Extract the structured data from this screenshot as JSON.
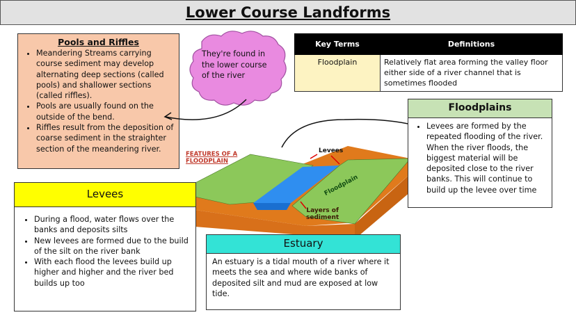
{
  "title": "Lower Course Landforms",
  "pools": {
    "heading": "Pools and Riffles",
    "bullets": [
      "Meandering Streams carrying course sediment may develop alternating deep sections (called pools) and shallower sections (called riffles).",
      "Pools are usually found on the outside of the bend.",
      "Riffles result from the deposition of coarse sediment in the straighter section of the meandering river."
    ]
  },
  "cloud": "They're found in the lower course of the river",
  "table": {
    "headers": [
      "Key Terms",
      "Definitions"
    ],
    "rows": [
      {
        "term": "Floodplain",
        "definition": "Relatively flat area forming the valley floor either side of a river channel that is sometimes flooded"
      }
    ]
  },
  "floodplains": {
    "heading": "Floodplains",
    "bullets": [
      "Levees are formed by the repeated flooding of the river. When the river floods, the biggest material will be deposited close to the river banks. This will continue to build up the levee over time"
    ]
  },
  "levees": {
    "heading": "Levees",
    "bullets": [
      "During a flood, water flows over the banks and deposits silts",
      "New levees are formed due to the build of the silt on the river bank",
      "With each flood the levees build up higher and higher and the river bed builds up too"
    ]
  },
  "estuary": {
    "heading": "Estuary",
    "text": "An estuary is a tidal mouth of a river where it meets the sea and where wide banks of deposited silt and mud are exposed at low tide."
  },
  "diagram": {
    "title_line1": "FEATURES OF A",
    "title_line2": "FLOODPLAIN",
    "levees_label": "Levees",
    "floodplain_label": "Floodplain",
    "layers_line1": "Layers of",
    "layers_line2": "sediment"
  }
}
